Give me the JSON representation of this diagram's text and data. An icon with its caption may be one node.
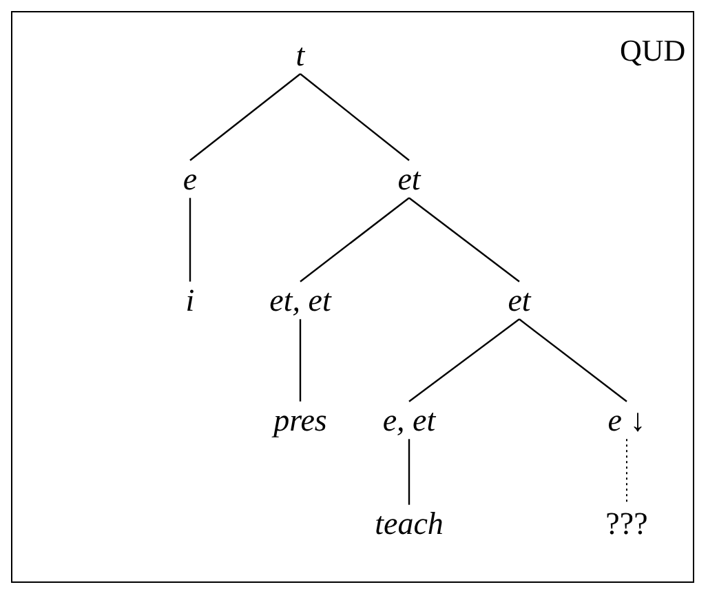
{
  "diagram": {
    "nodes": [
      {
        "text": [
          "t"
        ]
      },
      {
        "text": [
          "e"
        ]
      },
      {
        "text": [
          "et"
        ]
      },
      {
        "text": [
          "i"
        ]
      },
      {
        "text": [
          "et, et"
        ]
      },
      {
        "text": [
          "et"
        ]
      },
      {
        "text": [
          "pres"
        ]
      },
      {
        "text": [
          "e, et"
        ]
      },
      {
        "text": [
          "*e* ↓"
        ]
      },
      {
        "text": [
          "teach"
        ]
      },
      {
        "text": [
          "???"
        ]
      }
    ],
    "edges": [
      {
        "from": 0,
        "to": 1,
        "arrow": "none"
      },
      {
        "from": 0,
        "to": 2,
        "arrow": "none"
      },
      {
        "from": 1,
        "to": 3,
        "arrow": "none"
      },
      {
        "from": 2,
        "to": 4,
        "arrow": "none"
      },
      {
        "from": 2,
        "to": 5,
        "arrow": "none"
      },
      {
        "from": 4,
        "to": 6,
        "arrow": "none"
      },
      {
        "from": 5,
        "to": 7,
        "arrow": "none"
      },
      {
        "from": 5,
        "to": 8,
        "arrow": "none"
      },
      {
        "from": 7,
        "to": 9,
        "arrow": "none"
      },
      {
        "from": 8,
        "to": 10,
        "arrow": "none",
        "style": "dashed"
      }
    ],
    "labels": [
      "QUD"
    ]
  }
}
